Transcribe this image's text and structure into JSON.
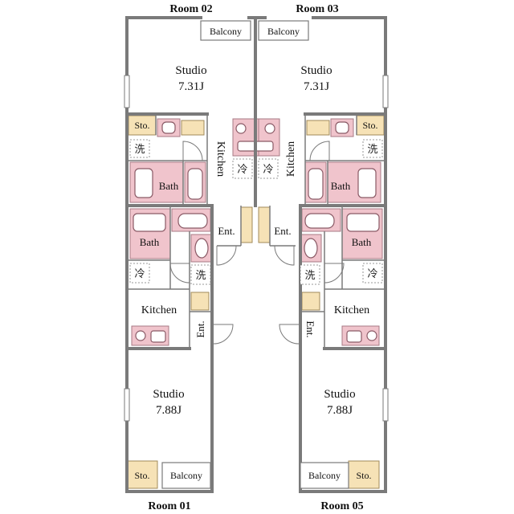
{
  "colors": {
    "wall": "#7a7a7a",
    "wet": "#f0c4cc",
    "wet_edge": "#a77a84",
    "storage": "#f6e2b6",
    "fixture": "#ffffff"
  },
  "labels": {
    "room_02": "Room 02",
    "room_03": "Room 03",
    "room_01": "Room 01",
    "room_05": "Room 05",
    "balcony": "Balcony",
    "studio": "Studio",
    "size_top": "7.31J",
    "size_bottom": "7.88J",
    "sto": "Sto.",
    "bath": "Bath",
    "kitchen": "Kitchen",
    "ent": "Ent.",
    "washer": "洗",
    "fridge": "冷"
  }
}
